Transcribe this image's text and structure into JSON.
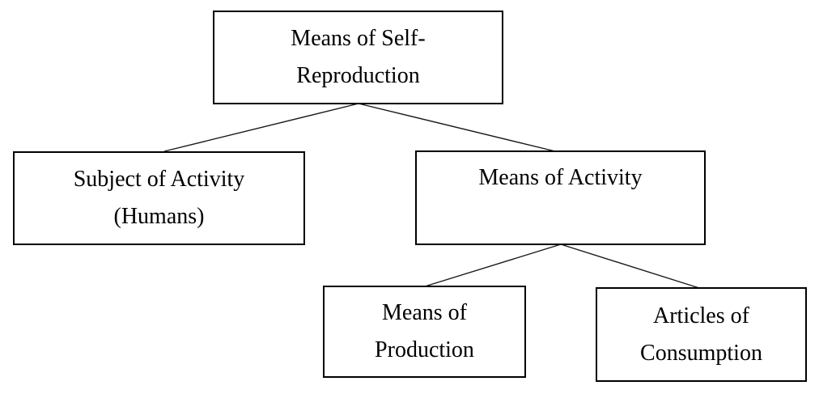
{
  "diagram": {
    "type": "tree",
    "nodes": {
      "root": {
        "label": "Means of Self-\nReproduction"
      },
      "subject": {
        "label": "Subject of Activity\n(Humans)"
      },
      "means_activity": {
        "label": "Means of Activity"
      },
      "means_production": {
        "label": "Means of\nProduction"
      },
      "articles_consumption": {
        "label": "Articles of\nConsumption"
      }
    },
    "edges": [
      {
        "from": "root",
        "to": "subject"
      },
      {
        "from": "root",
        "to": "means_activity"
      },
      {
        "from": "means_activity",
        "to": "means_production"
      },
      {
        "from": "means_activity",
        "to": "articles_consumption"
      }
    ],
    "colors": {
      "box_border": "#000000",
      "box_background": "#ffffff",
      "connector_line": "#1a1a1a",
      "text": "#000000"
    }
  }
}
